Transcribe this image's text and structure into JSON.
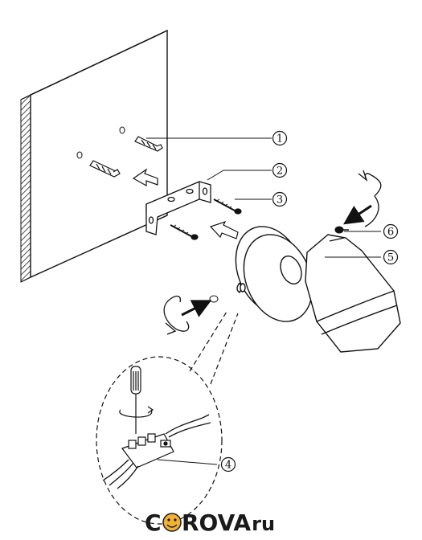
{
  "callouts": [
    {
      "id": "1",
      "label": "①"
    },
    {
      "id": "2",
      "label": "②"
    },
    {
      "id": "3",
      "label": "③"
    },
    {
      "id": "4",
      "label": "④"
    },
    {
      "id": "5",
      "label": "⑤"
    },
    {
      "id": "6",
      "label": "⑥"
    }
  ],
  "watermark": {
    "prefix": "C",
    "rest": "ROVA",
    "tld": ".ru",
    "face_color": "#f2b233"
  },
  "icons": {
    "screwdriver": "screwdriver-icon",
    "rotate": "rotate-arrow-icon"
  }
}
